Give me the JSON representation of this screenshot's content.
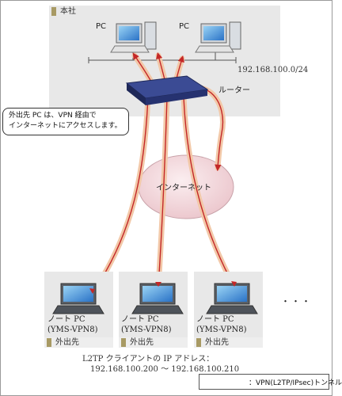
{
  "headquarters": {
    "label": "本社"
  },
  "hq_pcs": [
    {
      "label": "PC"
    },
    {
      "label": "PC"
    }
  ],
  "lan_subnet": "192.168.100.0/24",
  "router": {
    "label": "ルーター"
  },
  "callout": {
    "line1": "外出先 PC は、VPN 経由で",
    "line2": "インターネットにアクセスします。"
  },
  "internet": {
    "label": "インターネット"
  },
  "remote_sites": [
    {
      "line1": "ノート PC",
      "line2": "(YMS-VPN8)",
      "location": "外出先"
    },
    {
      "line1": "ノート PC",
      "line2": "(YMS-VPN8)",
      "location": "外出先"
    },
    {
      "line1": "ノート PC",
      "line2": "(YMS-VPN8)",
      "location": "外出先"
    }
  ],
  "more_indicator": "・・・",
  "address_range": {
    "line1": "L2TP クライアントの IP アドレス：",
    "line2": "192.168.100.200 ～ 192.168.100.210"
  },
  "legend": {
    "label": "：VPN(L2TP/IPsec)トンネル"
  },
  "colors": {
    "tunnel": "#f2c8a8",
    "tunnel_core": "#c42828",
    "panel": "#e8e8e8",
    "router": "#2c3a78",
    "cloud": "#f1dcdf",
    "location_swatch": "#a89a64"
  }
}
